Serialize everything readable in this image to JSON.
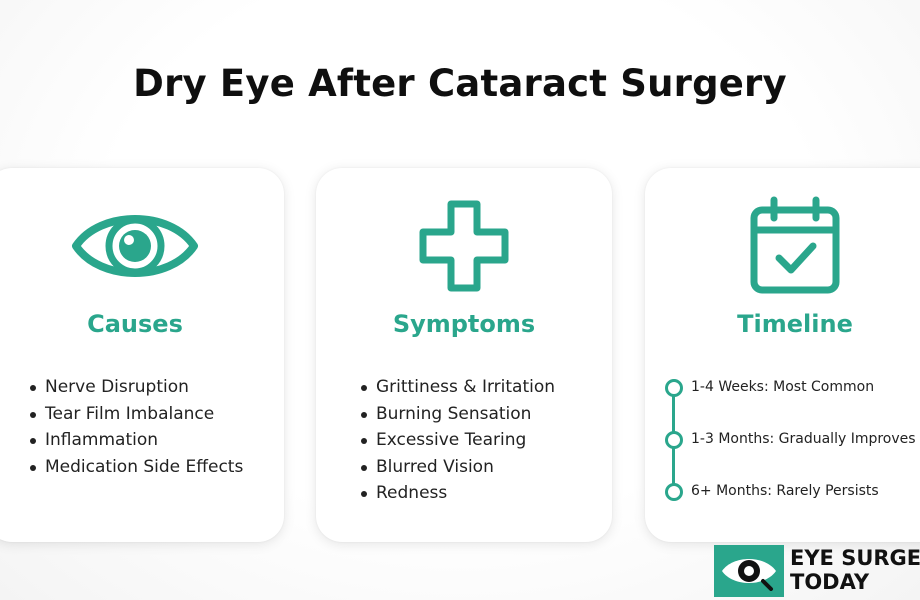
{
  "title": "Dry Eye After Cataract Surgery",
  "colors": {
    "accent": "#2aa68c",
    "text": "#222222",
    "heading": "#0f0f0f",
    "card_bg": "#ffffff"
  },
  "cards": [
    {
      "icon": "eye-icon",
      "heading": "Causes",
      "items": [
        "Nerve Disruption",
        "Tear Film Imbalance",
        "Inflammation",
        "Medication Side Effects"
      ]
    },
    {
      "icon": "plus-cross-icon",
      "heading": "Symptoms",
      "items": [
        "Grittiness & Irritation",
        "Burning Sensation",
        "Excessive Tearing",
        "Blurred Vision",
        "Redness"
      ]
    },
    {
      "icon": "calendar-check-icon",
      "heading": "Timeline",
      "items": [
        "1-4 Weeks: Most Common",
        "1-3 Months: Gradually Improves",
        "6+ Months: Rarely Persists"
      ]
    }
  ],
  "brand": {
    "icon": "eye-logo-icon",
    "line1": "EYE SURGERY",
    "line2": "TODAY"
  }
}
